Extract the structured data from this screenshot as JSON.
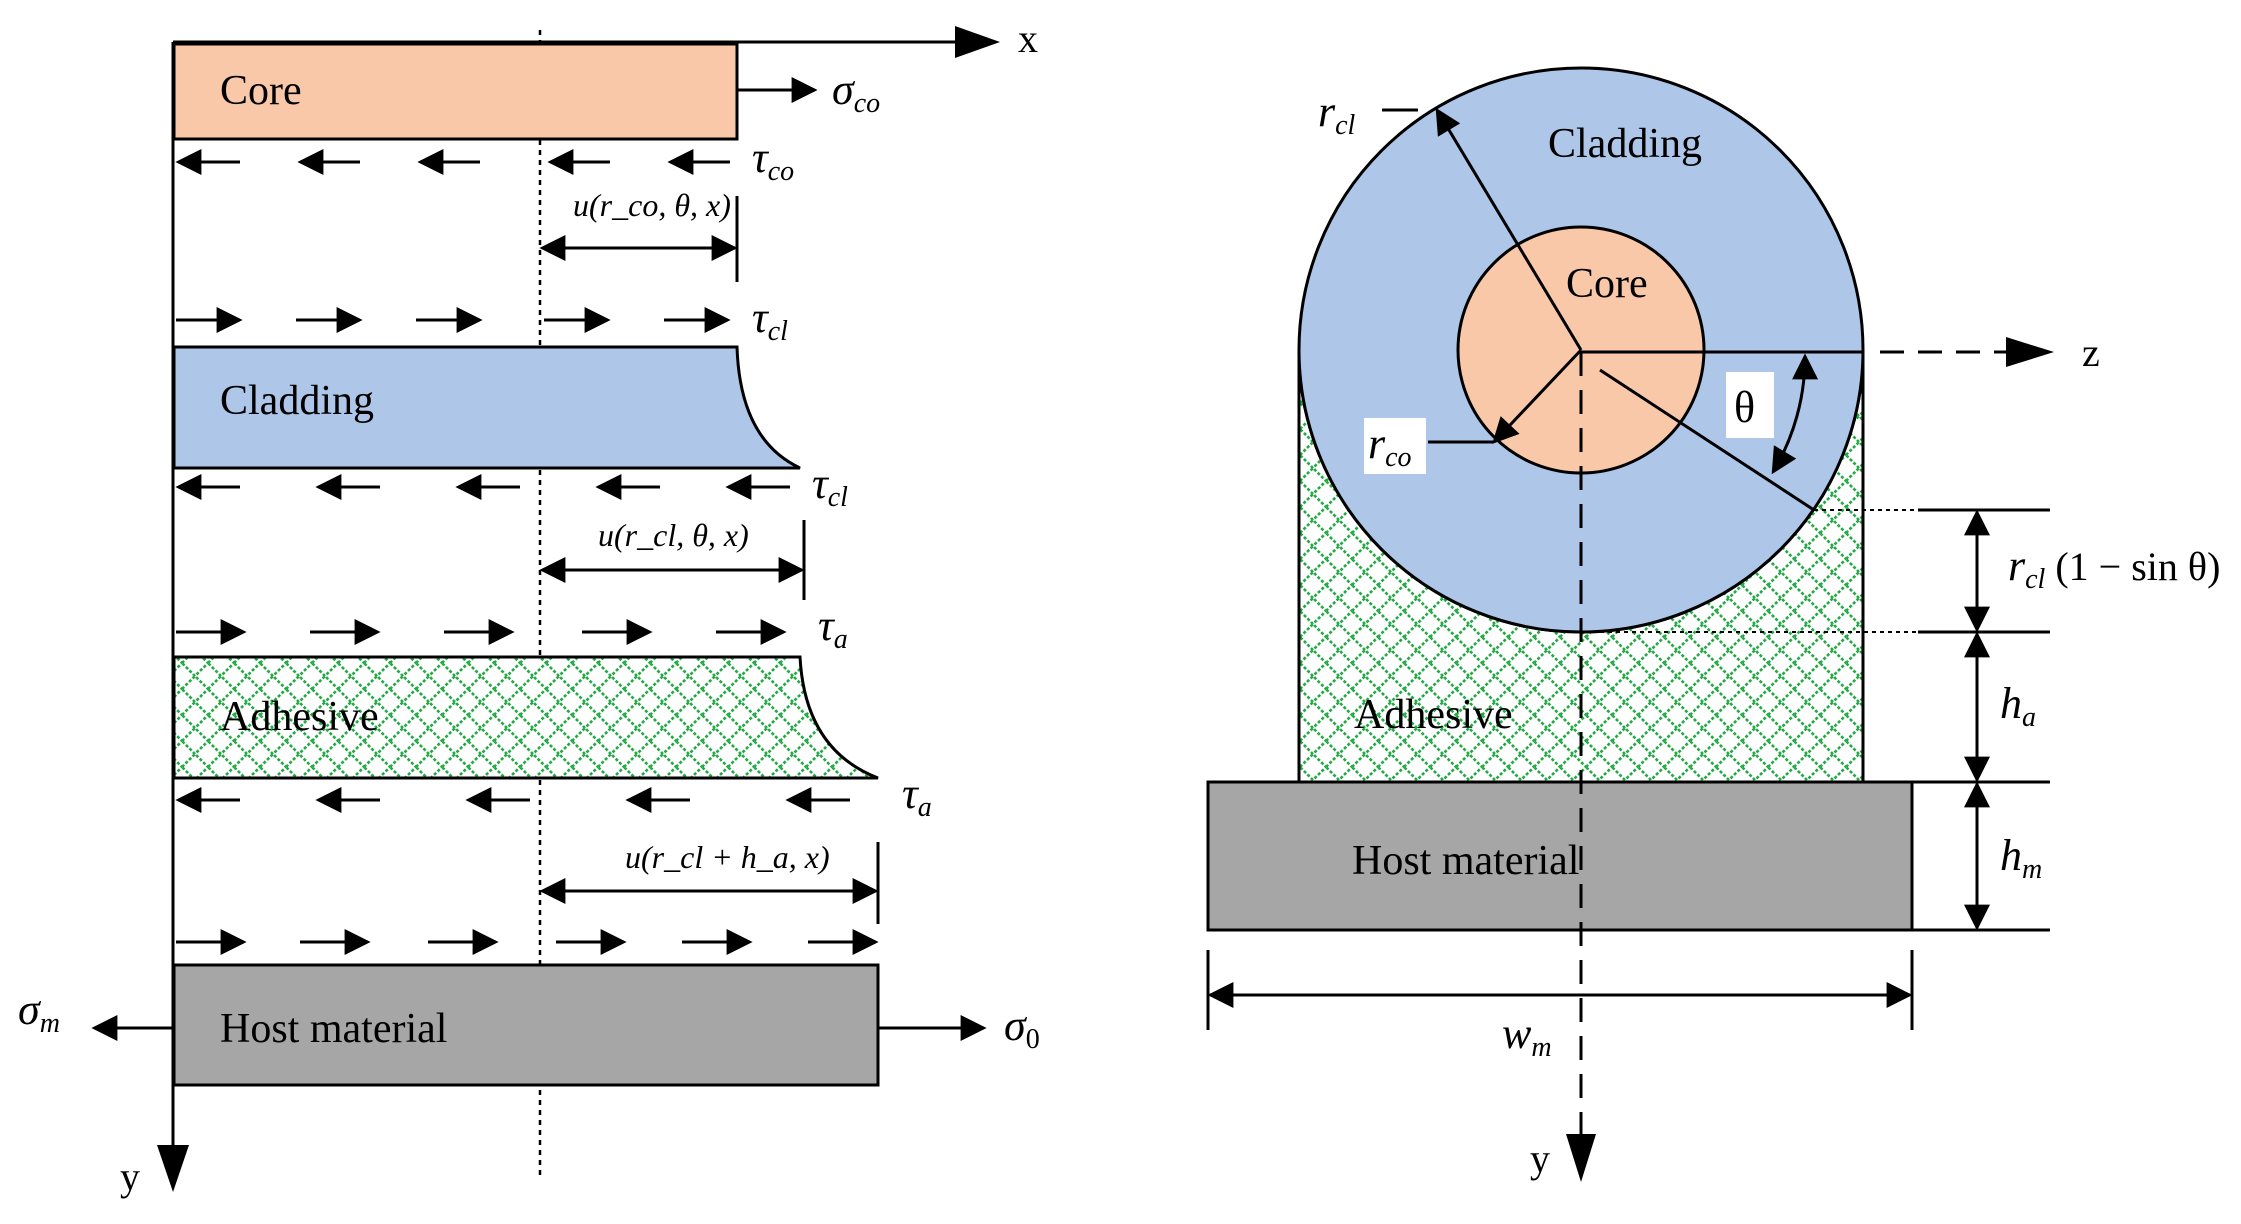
{
  "left_panel": {
    "axis_x": "x",
    "axis_y": "y",
    "layers": {
      "core": "Core",
      "cladding": "Cladding",
      "adhesive": "Adhesive",
      "host": "Host material"
    },
    "stresses": {
      "sigma_co": {
        "base": "σ",
        "sub": "co"
      },
      "tau_co": {
        "base": "τ",
        "sub": "co"
      },
      "tau_cl_top": {
        "base": "τ",
        "sub": "cl"
      },
      "tau_cl_bottom": {
        "base": "τ",
        "sub": "cl"
      },
      "tau_a_top": {
        "base": "τ",
        "sub": "a"
      },
      "tau_a_bottom": {
        "base": "τ",
        "sub": "a"
      },
      "sigma_m": {
        "base": "σ",
        "sub": "m"
      },
      "sigma_0": {
        "base": "σ",
        "sub": "0"
      }
    },
    "displacements": {
      "u_core": "u(r_co, θ, x)",
      "u_cladding": "u(r_cl, θ, x)",
      "u_adhesive": "u(r_cl + h_a, x)"
    }
  },
  "right_panel": {
    "axis_z": "z",
    "axis_y": "y",
    "regions": {
      "cladding": "Cladding",
      "core": "Core",
      "adhesive": "Adhesive",
      "host": "Host material"
    },
    "r_cl": {
      "base": "r",
      "sub": "cl"
    },
    "r_co": {
      "base": "r",
      "sub": "co"
    },
    "theta": "θ",
    "dim_gap": {
      "base": "r",
      "sub": "cl",
      "rest": " (1 − sin θ)"
    },
    "h_a": {
      "base": "h",
      "sub": "a"
    },
    "h_m": {
      "base": "h",
      "sub": "m"
    },
    "w_m": {
      "base": "w",
      "sub": "m"
    }
  },
  "colors": {
    "core": "#f8c8a8",
    "cladding": "#aec6e8",
    "host": "#a6a6a6",
    "adhesive_pattern": "#22aa44"
  }
}
